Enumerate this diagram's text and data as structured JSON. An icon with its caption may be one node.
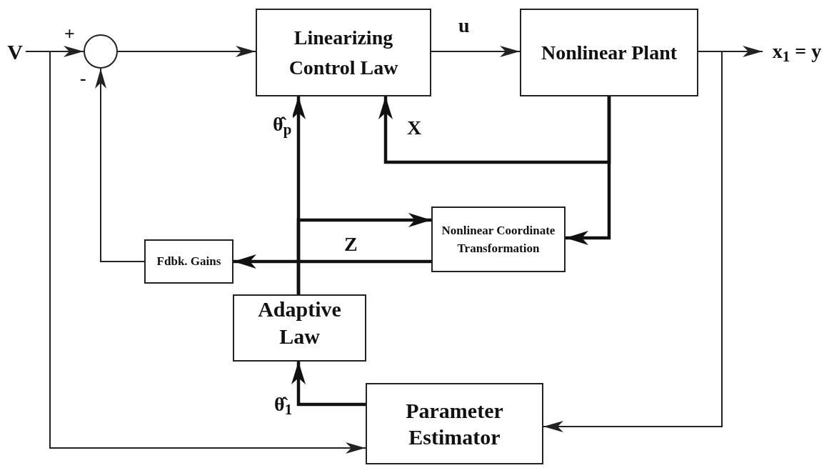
{
  "diagram": {
    "nodes": [
      {
        "text": [
          "V"
        ]
      },
      {
        "text": [],
        "shape": "circle",
        "beside": [
          "+",
          "-"
        ]
      },
      {
        "text": [
          "Linearizing Control Law"
        ]
      },
      {
        "text": [
          "Nonlinear Plant"
        ]
      },
      {
        "text": [
          "x$_{1}$ = y"
        ]
      },
      {
        "text": [
          "Nonlinear Coordinate Transformation"
        ]
      },
      {
        "text": [
          "Fdbk. Gains"
        ]
      },
      {
        "text": [
          "Adaptive Law"
        ]
      },
      {
        "text": [
          "Parameter Estimator"
        ]
      }
    ],
    "edges": [
      {
        "from": 0,
        "to": 1,
        "arrow": "to"
      },
      {
        "from": 1,
        "to": 2,
        "arrow": "to"
      },
      {
        "from": 2,
        "to": 3,
        "arrow": "to",
        "label": "u"
      },
      {
        "from": 3,
        "to": 4,
        "arrow": "to"
      },
      {
        "from": 3,
        "to": 8,
        "arrow": "to"
      },
      {
        "from": 0,
        "to": 8,
        "arrow": "to"
      },
      {
        "from": 6,
        "to": 1,
        "arrow": "to"
      },
      {
        "from": 3,
        "to": 2,
        "arrow": "to",
        "label": "X",
        "style": "thick"
      },
      {
        "from": 3,
        "to": 5,
        "arrow": "to",
        "style": "thick"
      },
      {
        "from": 7,
        "to": 2,
        "arrow": "to",
        "label": "θ̂$_{p}$",
        "style": "thick"
      },
      {
        "from": 7,
        "to": 5,
        "arrow": "to",
        "style": "thick"
      },
      {
        "from": 5,
        "to": 6,
        "arrow": "to",
        "label": "Z",
        "style": "thick"
      },
      {
        "from": 8,
        "to": 7,
        "arrow": "to",
        "label": "θ̂$_{1}$",
        "style": "thick"
      }
    ]
  }
}
